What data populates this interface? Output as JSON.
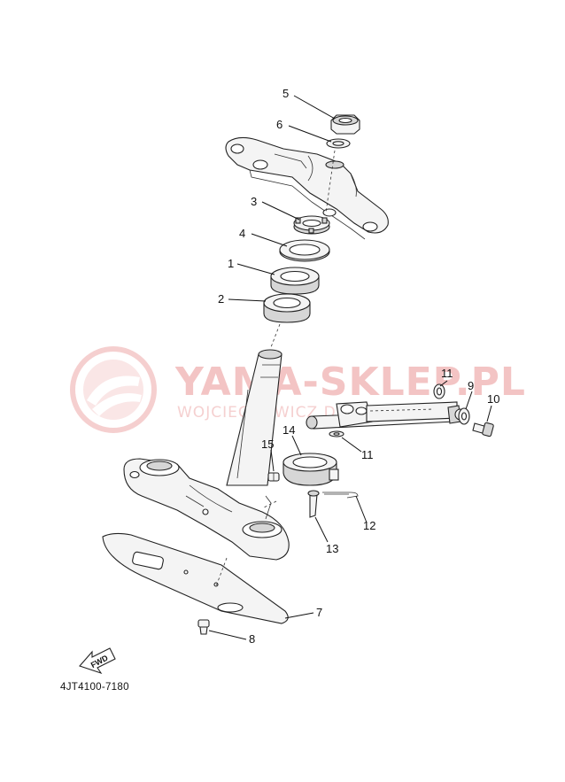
{
  "diagram": {
    "drawing_code": "4JT4100-7180",
    "forward_arrow_label": "FWD",
    "watermark": {
      "title": "YAMA-SKLEP.PL",
      "subtitle": "WOJCIECHOWICZ DEALER YAMAHA"
    },
    "callouts": [
      {
        "id": "callout-5",
        "label": "5"
      },
      {
        "id": "callout-6",
        "label": "6"
      },
      {
        "id": "callout-3",
        "label": "3"
      },
      {
        "id": "callout-4",
        "label": "4"
      },
      {
        "id": "callout-1",
        "label": "1"
      },
      {
        "id": "callout-2",
        "label": "2"
      },
      {
        "id": "callout-11a",
        "label": "11"
      },
      {
        "id": "callout-9",
        "label": "9"
      },
      {
        "id": "callout-10",
        "label": "10"
      },
      {
        "id": "callout-14",
        "label": "14"
      },
      {
        "id": "callout-15",
        "label": "15"
      },
      {
        "id": "callout-11b",
        "label": "11"
      },
      {
        "id": "callout-12",
        "label": "12"
      },
      {
        "id": "callout-13",
        "label": "13"
      },
      {
        "id": "callout-7",
        "label": "7"
      },
      {
        "id": "callout-8",
        "label": "8"
      }
    ]
  }
}
